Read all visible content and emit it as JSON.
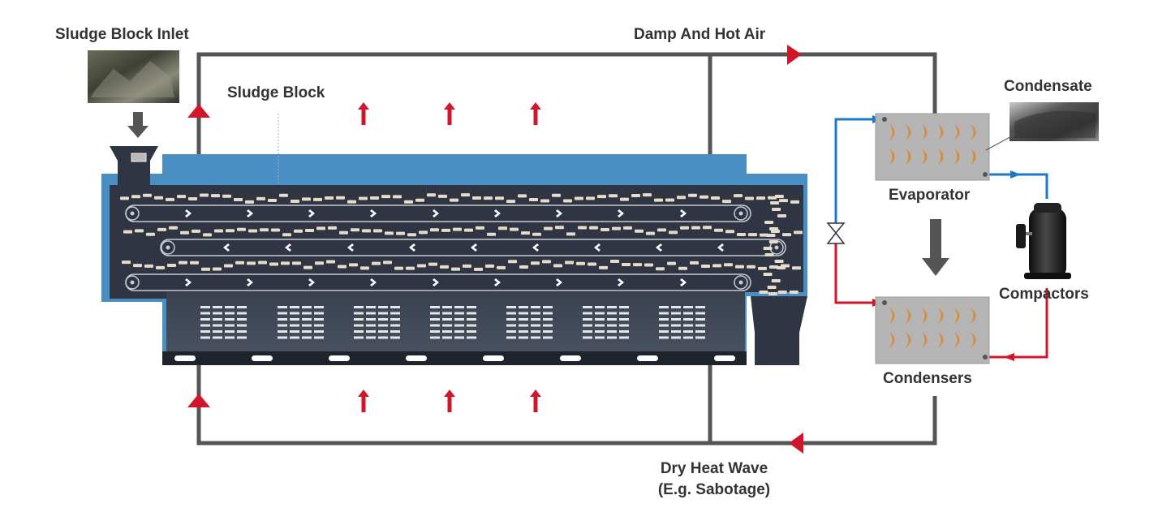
{
  "labels": {
    "inlet": "Sludge Block Inlet",
    "sludge_block": "Sludge Block",
    "damp_air": "Damp And Hot Air",
    "condensate": "Condensate",
    "evaporator": "Evaporator",
    "compactors": "Compactors",
    "condensers": "Condensers",
    "dry_wave_line1": "Dry Heat Wave",
    "dry_wave_line2": "(E.g. Sabotage)"
  },
  "colors": {
    "pipe": "#555555",
    "arrow_red": "#d0162a",
    "dryer_blue": "#4a8fc4",
    "dryer_dark": "#2f3542",
    "block_tan": "#e6dccb",
    "coil_box": "#b5b5b5",
    "coil": "#d98a35",
    "refrigerant_blue": "#1e78c8",
    "refrigerant_red": "#d0162a"
  }
}
